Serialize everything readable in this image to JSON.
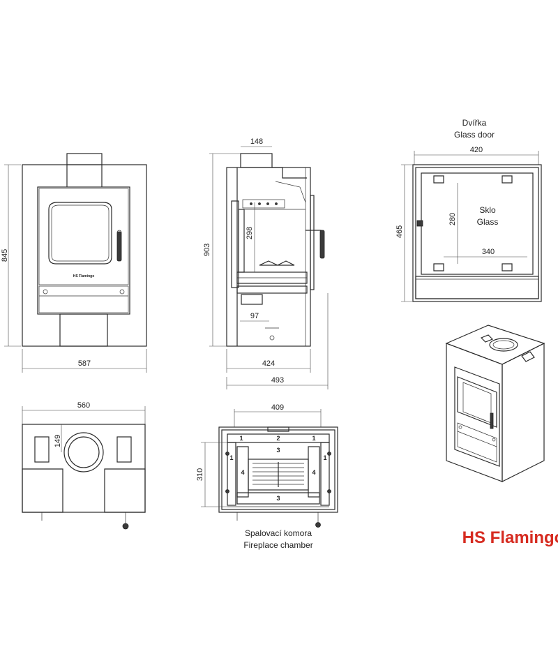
{
  "brand": {
    "logo_text": "HS Flamingo",
    "logo_color": "#d62b20",
    "plate_text": "HS Flamingo"
  },
  "front_view": {
    "height_dim": "845",
    "width_dim": "587"
  },
  "side_view": {
    "top_dim": "148",
    "height_dim": "903",
    "inner_dim": "298",
    "ash_dim": "97",
    "depth_dim": "424",
    "total_depth_dim": "493"
  },
  "glass_door": {
    "title_cz": "Dvířka",
    "title_en": "Glass door",
    "width_dim": "420",
    "height_dim": "465",
    "glass_h_dim": "280",
    "glass_w_dim": "340",
    "glass_cz": "Sklo",
    "glass_en": "Glass"
  },
  "top_view": {
    "width_dim": "560",
    "offset_dim": "149"
  },
  "chamber": {
    "title_cz": "Spalovací komora",
    "title_en": "Fireplace chamber",
    "width_dim": "409",
    "height_dim": "310",
    "part_1": "1",
    "part_2": "2",
    "part_3": "3",
    "part_4": "4"
  }
}
